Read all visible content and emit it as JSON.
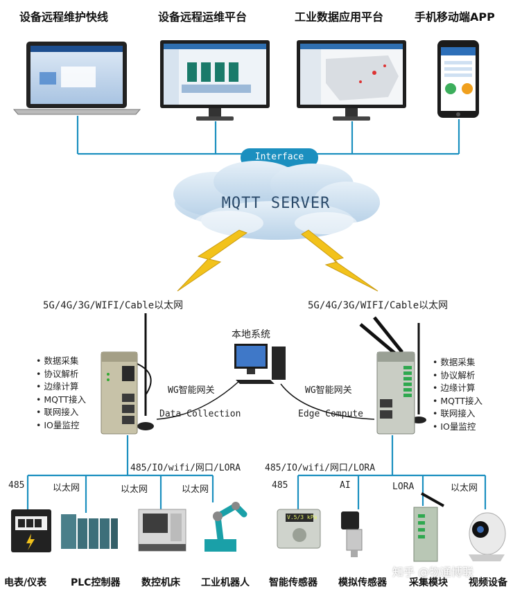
{
  "top_titles": [
    "设备远程维护快线",
    "设备远程运维平台",
    "工业数据应用平台",
    "手机移动端APP"
  ],
  "interface_label": "Interface",
  "cloud_label": "MQTT SERVER",
  "network_left": "5G/4G/3G/WIFI/Cable以太网",
  "network_right": "5G/4G/3G/WIFI/Cable以太网",
  "local_system": "本地系统",
  "gateway_left_label": "WG智能网关",
  "gateway_right_label": "WG智能网关",
  "data_collection": "Data Collection",
  "edge_compute": "Edge Compute",
  "features_left": [
    "数据采集",
    "协议解析",
    "边缘计算",
    "MQTT接入",
    "联网接入",
    "IO量监控"
  ],
  "features_right": [
    "数据采集",
    "协议解析",
    "边缘计算",
    "MQTT接入",
    "联网接入",
    "IO量监控"
  ],
  "bus_left": "485/IO/wifi/网口/LORA",
  "bus_right": "485/IO/wifi/网口/LORA",
  "branch_left": [
    "485",
    "以太网",
    "以太网",
    "以太网"
  ],
  "branch_right": [
    "485",
    "AI",
    "LORA",
    "以太网"
  ],
  "devices_bottom": [
    "电表/仪表",
    "PLC控制器",
    "数控机床",
    "工业机器人",
    "智能传感器",
    "模拟传感器",
    "采集模块",
    "视频设备"
  ],
  "watermark": "知乎 @物通博联",
  "device_screen_text": "V.5/3 kPa",
  "colors": {
    "line": "#1a8fbf",
    "interface": "#1b8fbf",
    "cloud": "#c9dced",
    "lightning": "#f2c21b"
  }
}
